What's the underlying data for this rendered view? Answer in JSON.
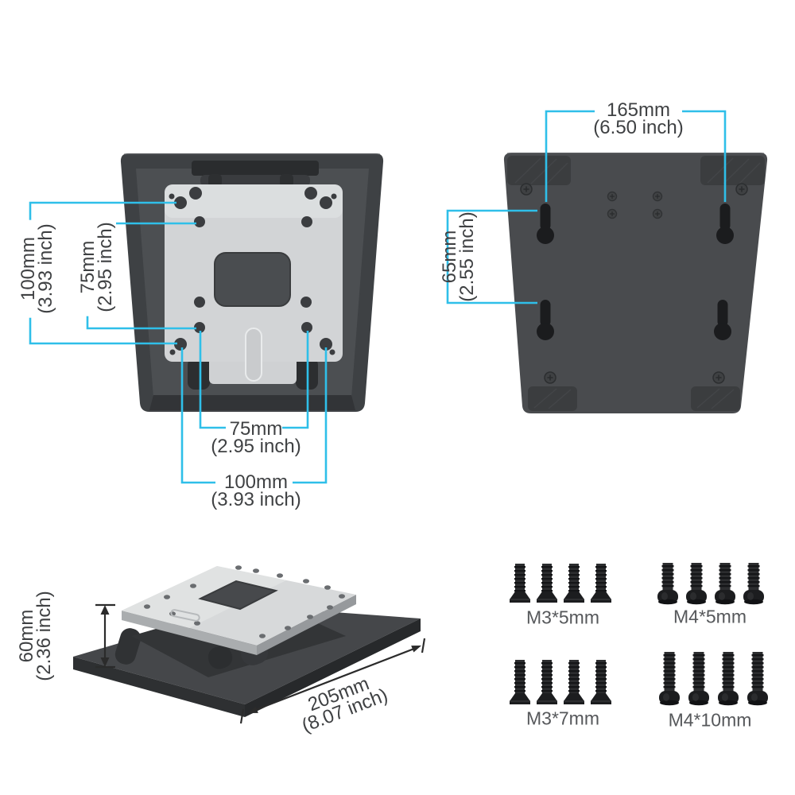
{
  "title": "Monitor stand / VESA mount dimension diagram",
  "colors": {
    "background": "#ffffff",
    "dimension_accent": "#2fbfe9",
    "black_dimension": "#2b2b2b",
    "measure_text": "#3f4143",
    "panel_dark": "#47494c",
    "plate_silver": "#d2d4d6",
    "screw_black": "#1e1f21"
  },
  "figures": {
    "monitor_back": {
      "name": "monitor-rear-with-vesa-plate",
      "dim_left_outer": {
        "mm": "100mm",
        "inch": "(3.93 inch)"
      },
      "dim_left_inner": {
        "mm": "75mm",
        "inch": "(2.95 inch)"
      },
      "dim_bottom_inner": {
        "mm": "75mm",
        "inch": "(2.95 inch)"
      },
      "dim_bottom_outer": {
        "mm": "100mm",
        "inch": "(3.93 inch)"
      }
    },
    "wall_panel": {
      "name": "wall-mount-back-panel",
      "dim_top": {
        "mm": "165mm",
        "inch": "(6.50 inch)"
      },
      "dim_left": {
        "mm": "65mm",
        "inch": "(2.55 inch)"
      }
    },
    "folded_stand": {
      "name": "folded-stand-side-view",
      "dim_height": {
        "mm": "60mm",
        "inch": "(2.36 inch)"
      },
      "dim_length": {
        "mm": "205mm",
        "inch": "(8.07 inch)"
      }
    },
    "screws": {
      "name": "included-screws",
      "groups": [
        {
          "label": "M3*5mm",
          "head": "countersunk",
          "count": 4
        },
        {
          "label": "M4*5mm",
          "head": "pan",
          "count": 4
        },
        {
          "label": "M3*7mm",
          "head": "countersunk",
          "count": 4
        },
        {
          "label": "M4*10mm",
          "head": "pan",
          "count": 4
        }
      ]
    }
  }
}
